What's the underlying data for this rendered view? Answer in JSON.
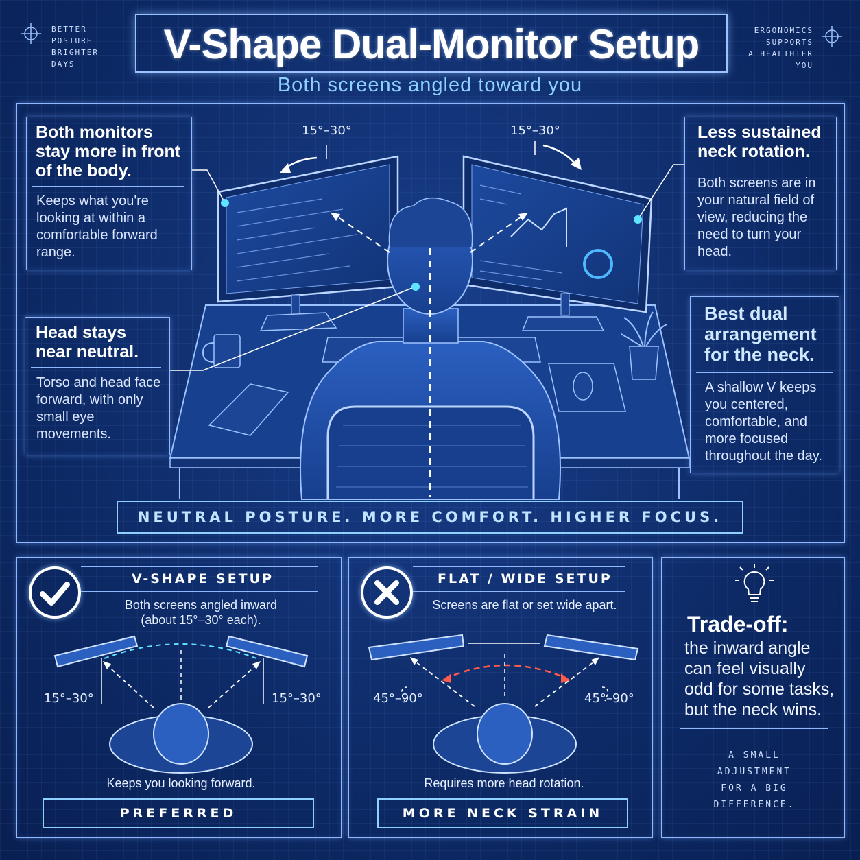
{
  "header": {
    "title": "V-Shape Dual-Monitor Setup",
    "subtitle": "Both screens angled toward you",
    "corner_left": [
      "BETTER",
      "POSTURE",
      "BRIGHTER",
      "DAYS"
    ],
    "corner_right": [
      "ERGONOMICS",
      "SUPPORTS",
      "A HEALTHIER",
      "YOU"
    ]
  },
  "scene": {
    "angle_left": "15°–30°",
    "angle_right": "15°–30°",
    "banner": "NEUTRAL POSTURE. MORE COMFORT. HIGHER FOCUS."
  },
  "callouts": {
    "front": {
      "heading": "Both monitors stay more in front of the body.",
      "body": "Keeps what you're looking at within a comfortable forward range."
    },
    "neutral": {
      "heading": "Head stays near neutral.",
      "body": "Torso and head face forward, with only small eye movements."
    },
    "rotation": {
      "heading": "Less sustained neck rotation.",
      "body": "Both screens are in your natural field of view, reducing the need to turn your head."
    },
    "best": {
      "heading": "Best dual arrangement for the neck.",
      "body": "A shallow V keeps you centered, comfortable, and more focused throughout the day."
    }
  },
  "cards": {
    "vshape": {
      "title": "V-SHAPE SETUP",
      "desc_line1": "Both screens angled inward",
      "desc_line2": "(about 15°–30° each).",
      "angle_left": "15°–30°",
      "angle_right": "15°–30°",
      "foot": "Keeps you looking forward.",
      "label": "PREFERRED",
      "icon": "check-icon"
    },
    "flat": {
      "title": "FLAT / WIDE SETUP",
      "desc": "Screens are flat or set wide apart.",
      "angle_left": "45°–90°",
      "angle_right": "45°–90°",
      "foot": "Requires more head rotation.",
      "label": "MORE NECK STRAIN",
      "icon": "x-icon"
    },
    "tradeoff": {
      "heading": "Trade-off:",
      "body": "the inward angle can feel visually odd for some tasks, but the neck wins.",
      "note": [
        "A SMALL",
        "ADJUSTMENT",
        "FOR A BIG",
        "DIFFERENCE."
      ],
      "icon": "lightbulb-icon"
    }
  },
  "colors": {
    "background": "#0d2a66",
    "line": "#8fb8ff",
    "accent_cyan": "#5fe3ff",
    "accent_red": "#ff5a4a"
  }
}
